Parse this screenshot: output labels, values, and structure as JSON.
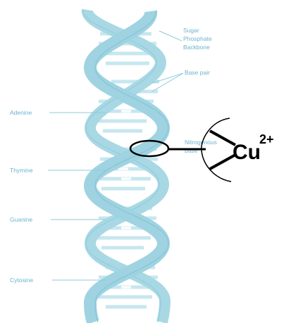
{
  "labels": {
    "sugar_phosphate_backbone": [
      "Sugar",
      "Phosphate",
      "Backbone"
    ],
    "base_pair": "Base pair",
    "nitrogenous_base": [
      "Nitrogenous",
      "base"
    ],
    "adenine": "Adenine",
    "thymine": "Thymine",
    "guanine": "Guanine",
    "cytosine": "Cytosine"
  },
  "ion": {
    "symbol": "Cu",
    "charge": "2+"
  },
  "colors": {
    "strand": "#a8d8e4",
    "strand_dark": "#7fc3d6",
    "rung": "#c6e7ef",
    "label": "#6ab4cc",
    "ion_text": "#000000"
  }
}
